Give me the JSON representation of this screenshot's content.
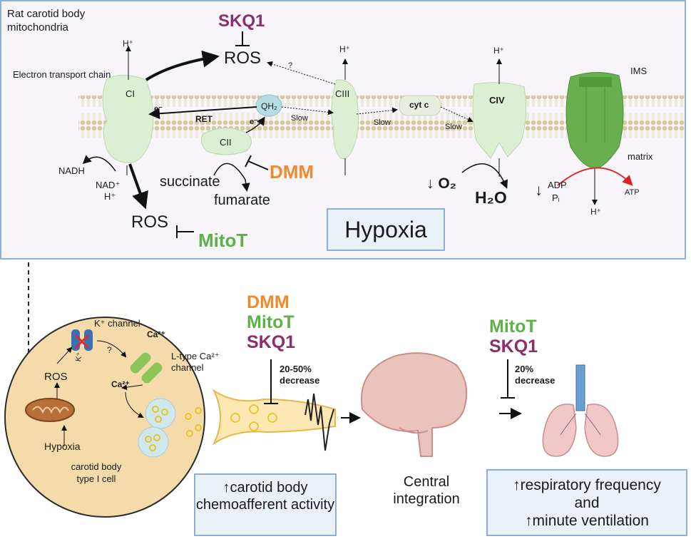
{
  "title": "Rat carotid body mitochondria",
  "colors": {
    "dmm": "#f08a2c",
    "mitot": "#5cb246",
    "skq1": "#8b2e6b",
    "box_border": "#8fb0d6",
    "box_fill": "#e9f1f9",
    "complex": "#dcefd3"
  },
  "top": {
    "etc_label": "Electron transport chain",
    "ims": "IMS",
    "matrix": "matrix",
    "ci": "CI",
    "cii": "CII",
    "ciii": "CIII",
    "civ": "CIV",
    "qh2": "QH₂",
    "cytc": "cyt c",
    "ret": "RET",
    "e1": "e⁻",
    "e2": "e⁻",
    "slow1": "Slow",
    "slow2": "Slow",
    "slow3": "Slow",
    "question": "?",
    "hplus1": "H⁺",
    "hplus2": "H⁺",
    "hplus3": "H⁺",
    "hplus4": "H⁺",
    "ros_top": "ROS",
    "ros_bottom": "ROS",
    "skq1": "SKQ1",
    "mitot": "MitoT",
    "dmm": "DMM",
    "nadh": "NADH",
    "nad_plus": "NAD⁺",
    "nad_h": "H⁺",
    "succinate": "succinate",
    "fumarate": "fumarate",
    "o2": "↓ O₂",
    "h2o": "H₂O",
    "adp": "ADP",
    "pi": "Pᵢ",
    "adp_arrow": "↓",
    "atp": "ATP",
    "hypoxia_box": "Hypoxia"
  },
  "bottom": {
    "k_channel": "K⁺ channel",
    "k_ion": "K⁺",
    "ca_top": "Ca²⁺",
    "ca_in": "Ca²⁺",
    "ltype": "L-type Ca²⁺ channel",
    "question": "?",
    "ros": "ROS",
    "hypoxia": "Hypoxia",
    "cell_label": "carotid body type I cell",
    "drugs_left": [
      "DMM",
      "MitoT",
      "SKQ1"
    ],
    "decrease_left": "20-50% decrease",
    "drugs_right": [
      "MitoT",
      "SKQ1"
    ],
    "decrease_right": "20% decrease",
    "box_left": "↑carotid body chemoafferent activity",
    "central": "Central integration",
    "box_right_line1": "↑respiratory frequency",
    "box_right_line2": "and",
    "box_right_line3": "↑minute ventilation"
  }
}
